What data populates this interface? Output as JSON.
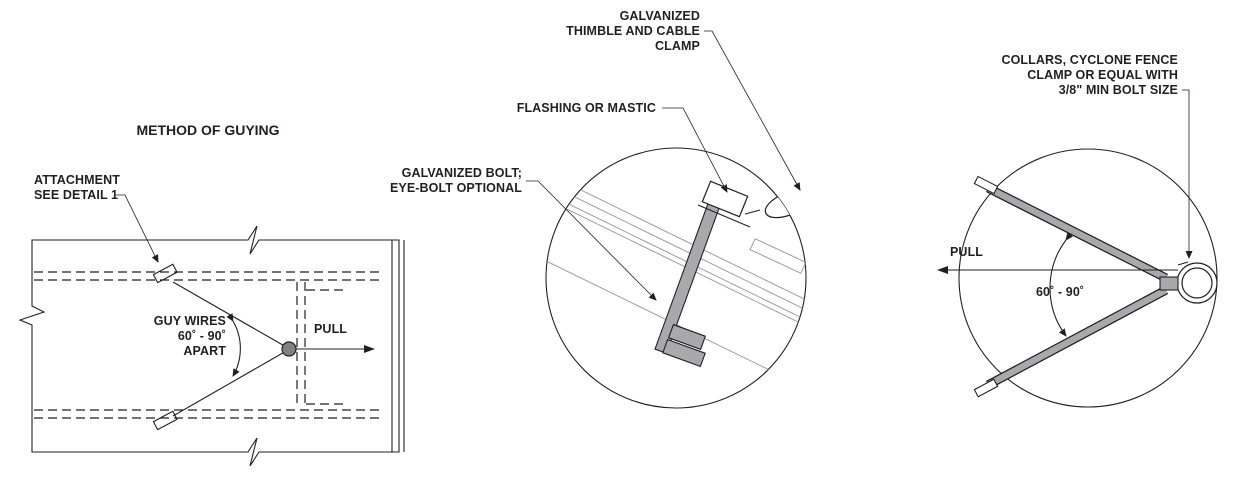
{
  "detail_left": {
    "title": "METHOD OF GUYING",
    "attachment_line1": "ATTACHMENT",
    "attachment_line2": "SEE DETAIL 1",
    "guy_wires_line1": "GUY WIRES",
    "guy_wires_line2": "60˚ - 90˚",
    "guy_wires_line3": "APART",
    "pull": "PULL"
  },
  "detail_middle": {
    "thimble_line1": "GALVANIZED",
    "thimble_line2": "THIMBLE AND CABLE",
    "thimble_line3": "CLAMP",
    "flashing": "FLASHING OR MASTIC",
    "bolt_line1": "GALVANIZED BOLT;",
    "bolt_line2": "EYE-BOLT OPTIONAL"
  },
  "detail_right": {
    "collars_line1": "COLLARS, CYCLONE FENCE",
    "collars_line2": "CLAMP OR EQUAL WITH",
    "collars_line3": "3/8\" MIN BOLT SIZE",
    "pull": "PULL",
    "angle": "60˚ - 90˚"
  }
}
